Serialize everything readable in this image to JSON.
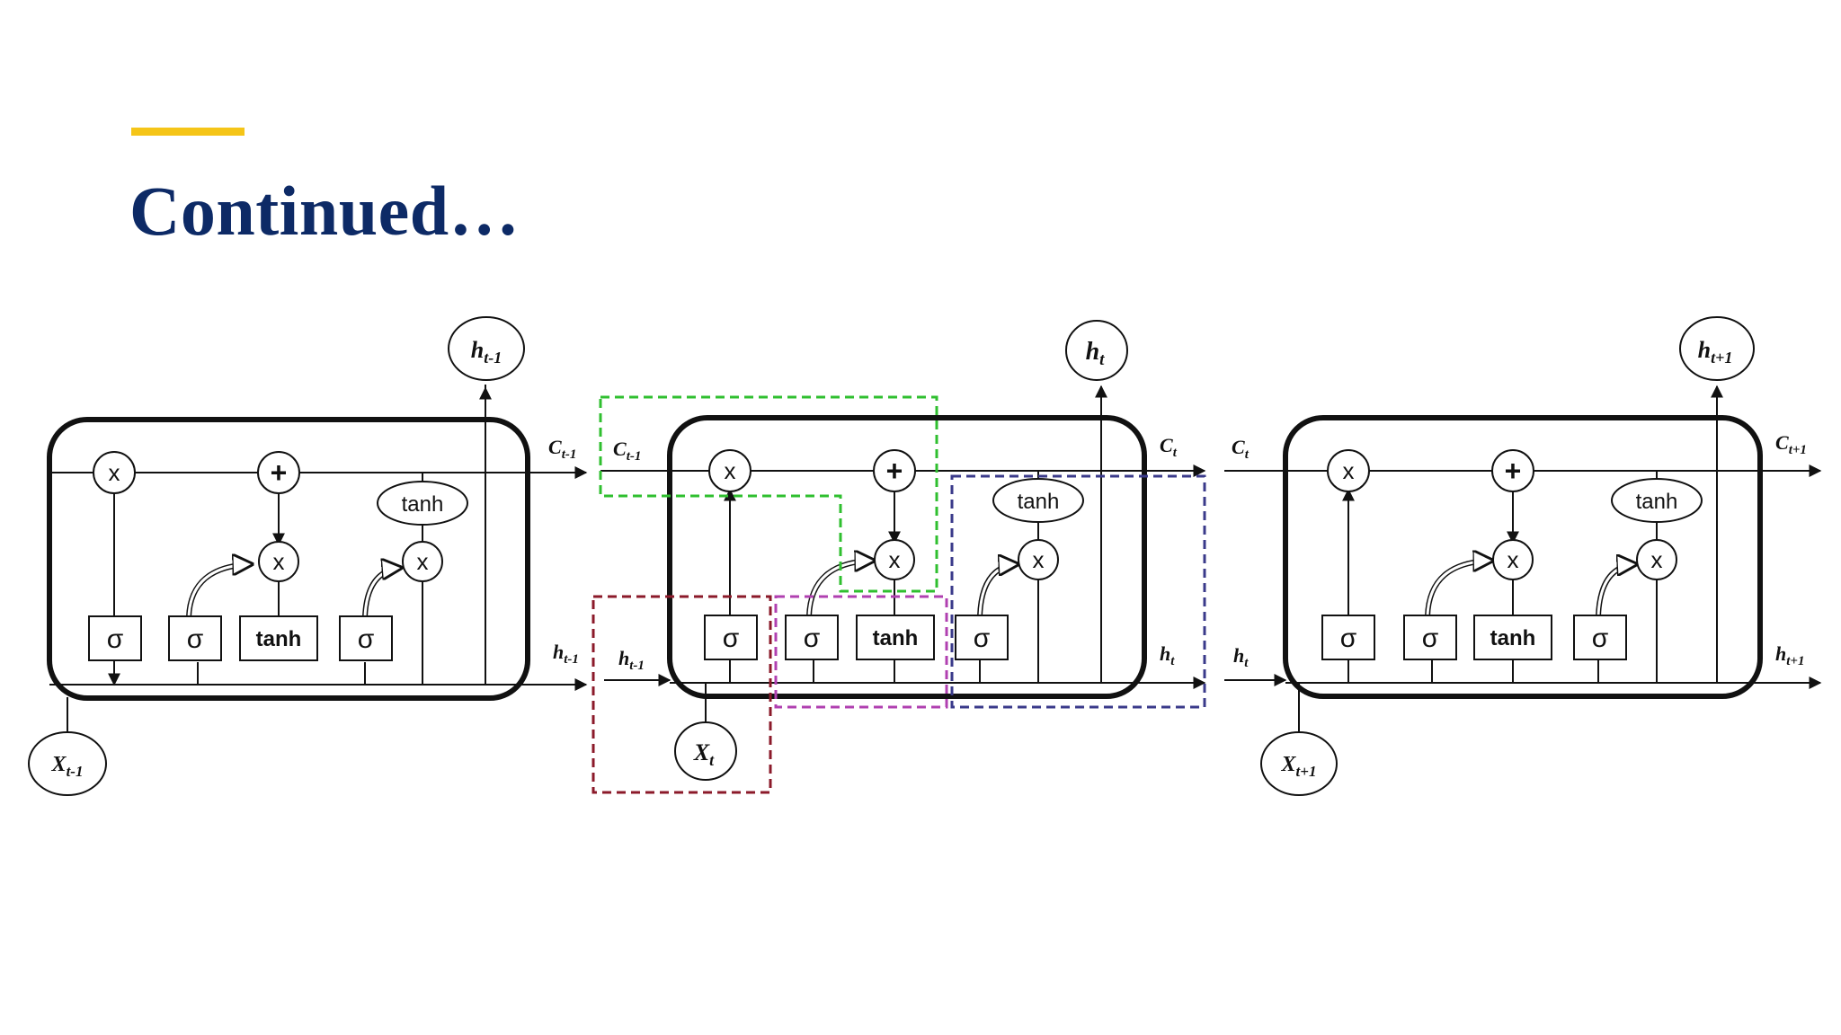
{
  "slide": {
    "title": "Continued…",
    "accent_color": "#f5c518",
    "title_color": "#0d2a66"
  },
  "diagram": {
    "symbols": {
      "multiply": "x",
      "add": "+",
      "sigmoid": "σ",
      "tanh": "tanh"
    },
    "cells": [
      {
        "id": "prev",
        "x_in": "X",
        "x_in_sub": "t-1",
        "h_out": "h",
        "h_out_sub": "t-1",
        "c_out": "C",
        "c_out_sub": "t-1",
        "h_right": "h",
        "h_right_sub": "t-1"
      },
      {
        "id": "curr",
        "c_in": "C",
        "c_in_sub": "t-1",
        "h_in": "h",
        "h_in_sub": "t-1",
        "x_in": "X",
        "x_in_sub": "t",
        "h_out": "h",
        "h_out_sub": "t",
        "c_out": "C",
        "c_out_sub": "t",
        "h_right": "h",
        "h_right_sub": "t"
      },
      {
        "id": "next",
        "c_in": "C",
        "c_in_sub": "t",
        "h_in": "h",
        "h_in_sub": "t",
        "x_in": "X",
        "x_in_sub": "t+1",
        "h_out": "h",
        "h_out_sub": "t+1",
        "c_out": "C",
        "c_out_sub": "t+1",
        "h_right": "h",
        "h_right_sub": "t+1"
      }
    ],
    "highlight_colors": {
      "forget": "#2fbf2f",
      "input_x": "#8b1a2a",
      "input_gate": "#b040b0",
      "output": "#3a3a8a"
    }
  }
}
